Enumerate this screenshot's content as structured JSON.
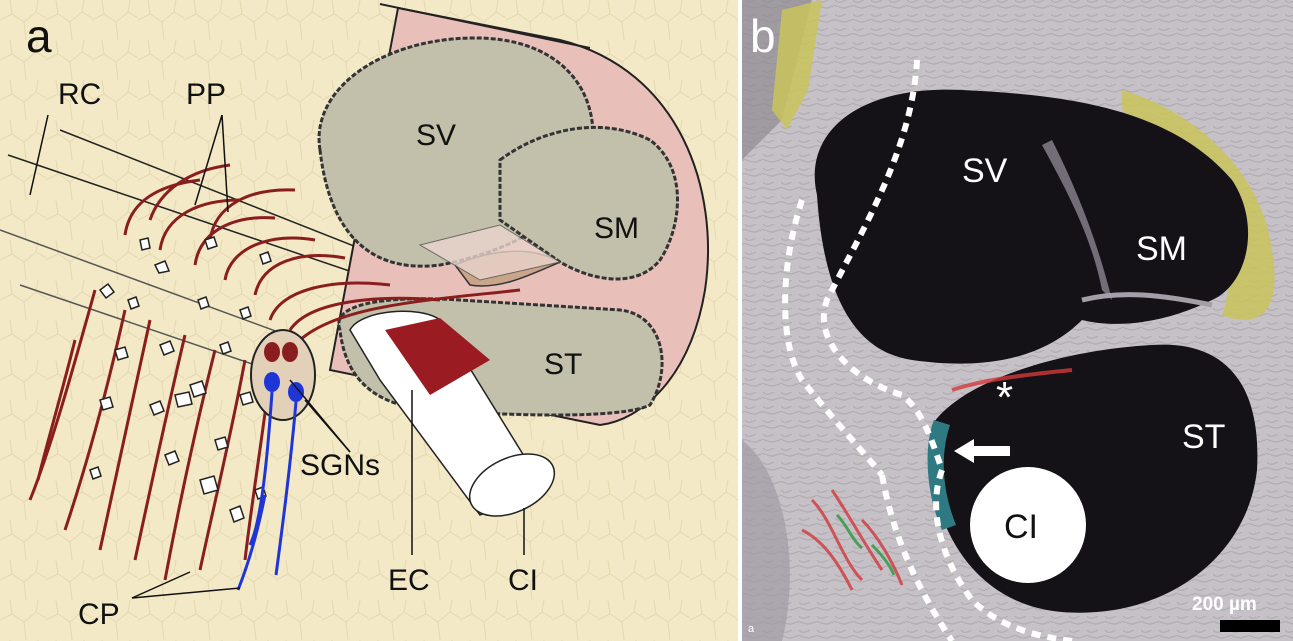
{
  "panel_a": {
    "letter": "a",
    "labels": {
      "rc": "RC",
      "pp": "PP",
      "sv": "SV",
      "sm": "SM",
      "st": "ST",
      "sgns": "SGNs",
      "ec": "EC",
      "ci": "CI",
      "cp": "CP"
    }
  },
  "panel_b": {
    "letter": "b",
    "labels": {
      "sv": "SV",
      "sm": "SM",
      "st": "ST",
      "ci": "CI",
      "asterisk": "*",
      "corner": "a"
    },
    "scale_bar": "200 µm"
  },
  "colors": {
    "background_a": "#f3e9c6",
    "scala_fill": "#c2bfaa",
    "cochlea_pink": "#e9bfba",
    "nerve_red": "#8a1d1d",
    "blue_fiber": "#1f36d6",
    "electrode_band": "#9b1b22",
    "section_dark": "#141216",
    "dotted_outline": "#ffffff",
    "yellow_tissue": "#c9c45a"
  }
}
